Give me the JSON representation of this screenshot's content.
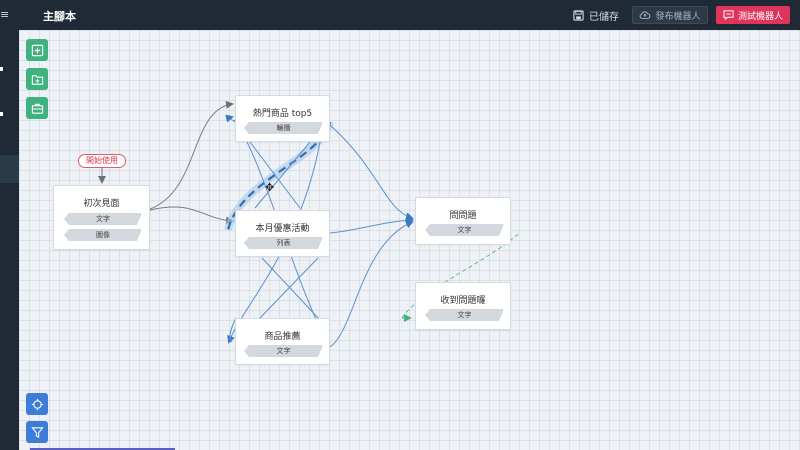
{
  "header": {
    "title": "主腳本",
    "saved_label": "已儲存",
    "publish_label": "發布機器人",
    "test_label": "測試機器人"
  },
  "start_label": "開始使用",
  "nodes": {
    "first_visit": {
      "title": "初次見面",
      "chips": [
        "文字",
        "圖像"
      ]
    },
    "hot_products": {
      "title": "熱門商品 top5",
      "chips": [
        "輪播"
      ]
    },
    "monthly_offer": {
      "title": "本月優惠活動",
      "chips": [
        "列表"
      ]
    },
    "recommend": {
      "title": "商品推薦",
      "chips": [
        "文字"
      ]
    },
    "question": {
      "title": "問問題",
      "chips": [
        "文字"
      ]
    },
    "received": {
      "title": "收到問題囉",
      "chips": [
        "文字"
      ]
    }
  },
  "colors": {
    "topbar": "#1f2a36",
    "accent_red": "#e0355b",
    "tool_green": "#3fb37f",
    "tool_blue": "#3d7dd8",
    "edge_blue": "#4a86c8",
    "edge_gray": "#7a7f86",
    "edge_green_dashed": "#5cc08a"
  },
  "icons": [
    "menu-icon",
    "save-icon",
    "cloud-upload-icon",
    "chat-icon",
    "add-node-icon",
    "add-folder-icon",
    "toolbox-icon",
    "locate-icon",
    "filter-icon",
    "move-cursor-icon"
  ]
}
